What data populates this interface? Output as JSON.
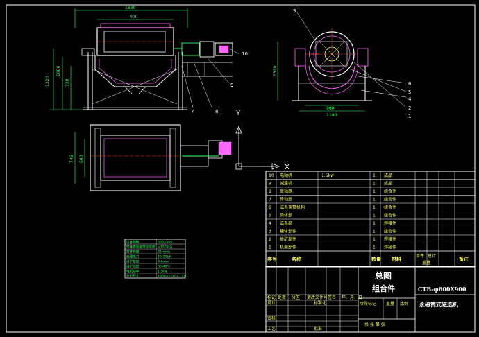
{
  "axis_indicator": {
    "x_label": "X",
    "y_label": "Y"
  },
  "parts_list": {
    "rows": [
      {
        "no": "10",
        "name": "电动机",
        "spec": "1.5kw",
        "qty": "1",
        "material": "成品"
      },
      {
        "no": "9",
        "name": "减速机",
        "spec": "",
        "qty": "1",
        "material": "成品"
      },
      {
        "no": "8",
        "name": "联轴器",
        "spec": "",
        "qty": "1",
        "material": "组合件"
      },
      {
        "no": "7",
        "name": "传动部",
        "spec": "",
        "qty": "1",
        "material": "组合件"
      },
      {
        "no": "6",
        "name": "磁系调整机构",
        "spec": "",
        "qty": "1",
        "material": "组合件"
      },
      {
        "no": "5",
        "name": "筒体部",
        "spec": "",
        "qty": "1",
        "material": "组合件"
      },
      {
        "no": "4",
        "name": "磁系部",
        "spec": "",
        "qty": "1",
        "material": "焊接件"
      },
      {
        "no": "3",
        "name": "槽体部件",
        "spec": "",
        "qty": "1",
        "material": "组合件"
      },
      {
        "no": "2",
        "name": "给矿部件",
        "spec": "",
        "qty": "1",
        "material": "焊接件"
      },
      {
        "no": "1",
        "name": "机架部件",
        "spec": "",
        "qty": "1",
        "material": "焊接件"
      }
    ],
    "header": {
      "no": "序号",
      "name": "名称",
      "qty": "数量",
      "material": "材料",
      "weight_single": "单件",
      "weight_total": "总计",
      "weight": "重量",
      "remark": "备注"
    }
  },
  "title_block": {
    "drawing_name_1": "总图",
    "drawing_name_2": "组合件",
    "model": "CTB-φ600X900",
    "product": "永磁筒式磁选机",
    "rows": {
      "mark": "标记",
      "count": "处数",
      "zone": "分区",
      "doc_no": "更改文件号",
      "signature": "签名",
      "date": "年、月、日",
      "designer": "设计",
      "standardization": "标准化",
      "stage_mark": "阶段标记",
      "weight": "重量",
      "scale": "比例",
      "checker": "审核",
      "process": "工艺",
      "approve": "批准",
      "sheets": "共 张 第 张"
    }
  },
  "tech_table": {
    "rows": [
      {
        "label": "筒体规格",
        "value": "600×900"
      },
      {
        "label": "筒体表面磁感应强度",
        "value": "≥1500Gs"
      },
      {
        "label": "筒体转速",
        "value": "35r/min"
      },
      {
        "label": "处理能力",
        "value": "10-20t/h"
      },
      {
        "label": "给矿粒度",
        "value": "0-6mm"
      },
      {
        "label": "给矿浓度",
        "value": "30-40%"
      },
      {
        "label": "电机功率",
        "value": "1.5kw"
      },
      {
        "label": "外形尺寸",
        "value": "1900×1140×1320"
      }
    ]
  },
  "dimensions": {
    "top_width": "1630",
    "drum_width": "900",
    "h1": "1320",
    "h2": "1000",
    "h3": "720",
    "side_h": "1320",
    "side_w1": "1140",
    "side_w2": "960",
    "plan_h1": "746",
    "plan_h2": "600"
  },
  "callouts": {
    "c1": "1",
    "c2": "2",
    "c3": "3",
    "c4": "4",
    "c5": "5",
    "c6": "6",
    "c7": "7",
    "c8": "8",
    "c9": "9",
    "c10": "10"
  }
}
